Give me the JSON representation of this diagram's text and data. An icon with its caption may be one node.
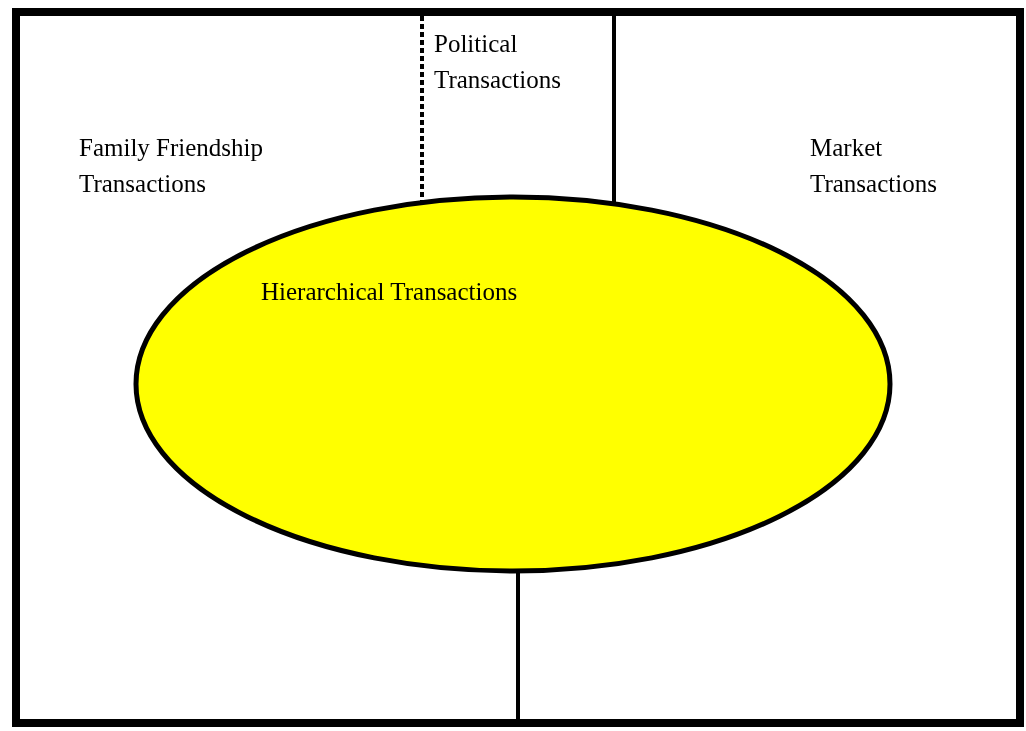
{
  "diagram": {
    "nodes": [
      {
        "text": [
          "Hierarchical Transactions"
        ]
      }
    ],
    "labels": [
      "Political Transactions",
      "Family Friendship Transactions",
      "Market Transactions"
    ]
  }
}
